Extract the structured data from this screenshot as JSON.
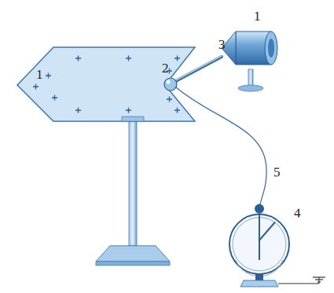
{
  "diagram": {
    "labels": [
      "1",
      "1",
      "2",
      "3",
      "5",
      "4"
    ]
  }
}
